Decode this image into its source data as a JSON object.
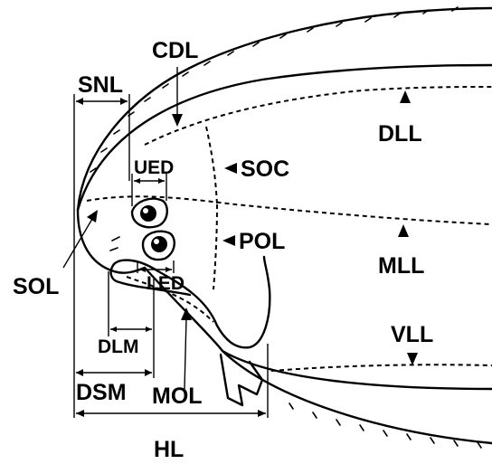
{
  "labels": {
    "cdl": "CDL",
    "snl": "SNL",
    "dll": "DLL",
    "ued": "UED",
    "soc": "SOC",
    "pol": "POL",
    "sol": "SOL",
    "mll": "MLL",
    "led": "LED",
    "dlm": "DLM",
    "dsm": "DSM",
    "mol": "MOL",
    "vll": "VLL",
    "hl": "HL"
  }
}
